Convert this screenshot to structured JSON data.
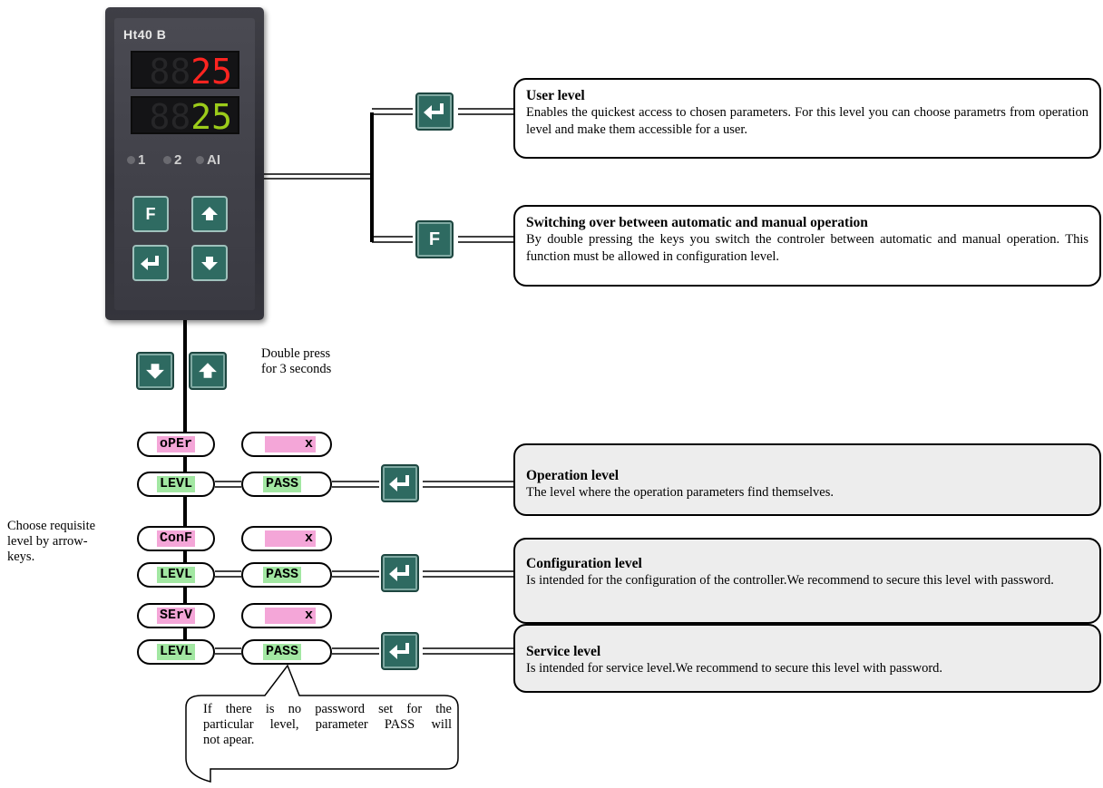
{
  "device": {
    "model": "Ht40 B",
    "display1_value": "25",
    "display2_value": "25",
    "indicators": [
      "1",
      "2",
      "AI"
    ],
    "colors": {
      "display1": "#ff2420",
      "display2": "#9ccc1a",
      "key": "#2e6a61"
    }
  },
  "keys": {
    "f_label": "F",
    "enter_icon": "enter-icon",
    "up_icon": "arrow-up-icon",
    "down_icon": "arrow-down-icon"
  },
  "double_press_note": [
    "Double press",
    "for 3 seconds"
  ],
  "choose_note": [
    "Choose requisite",
    "level by arrow-",
    "keys."
  ],
  "user_level": {
    "title": "User level",
    "description": "Enables the quickest access to chosen parameters. For this level you can choose parametrs from operation level and make them accessible for a user."
  },
  "switching": {
    "title": "Switching over between automatic and manual operation",
    "description": "By double pressing the keys you switch the controler between automatic and manual operation. This function must be allowed in configuration level."
  },
  "levels": [
    {
      "code": "oPEr",
      "level_param": "LEVL",
      "pass_value": "x",
      "pass_param": "PASS",
      "title": "Operation level",
      "description": "The level where the operation parameters find themselves."
    },
    {
      "code": "ConF",
      "level_param": "LEVL",
      "pass_value": "x",
      "pass_param": "PASS",
      "title": "Configuration level",
      "description": "Is intended for the configuration of the controller.We recommend to secure this level  with password."
    },
    {
      "code": "SErV",
      "level_param": "LEVL",
      "pass_value": "x",
      "pass_param": "PASS",
      "title": "Service level",
      "description": "Is intended for service level.We recommend to secure this level with password."
    }
  ],
  "password_note": [
    "If there is no password set for the",
    "particular level, parameter PASS will",
    "not apear."
  ],
  "colors": {
    "code_highlight": "#f4a6d8",
    "param_highlight": "#a2e7a2",
    "box_grey": "#ededed"
  }
}
